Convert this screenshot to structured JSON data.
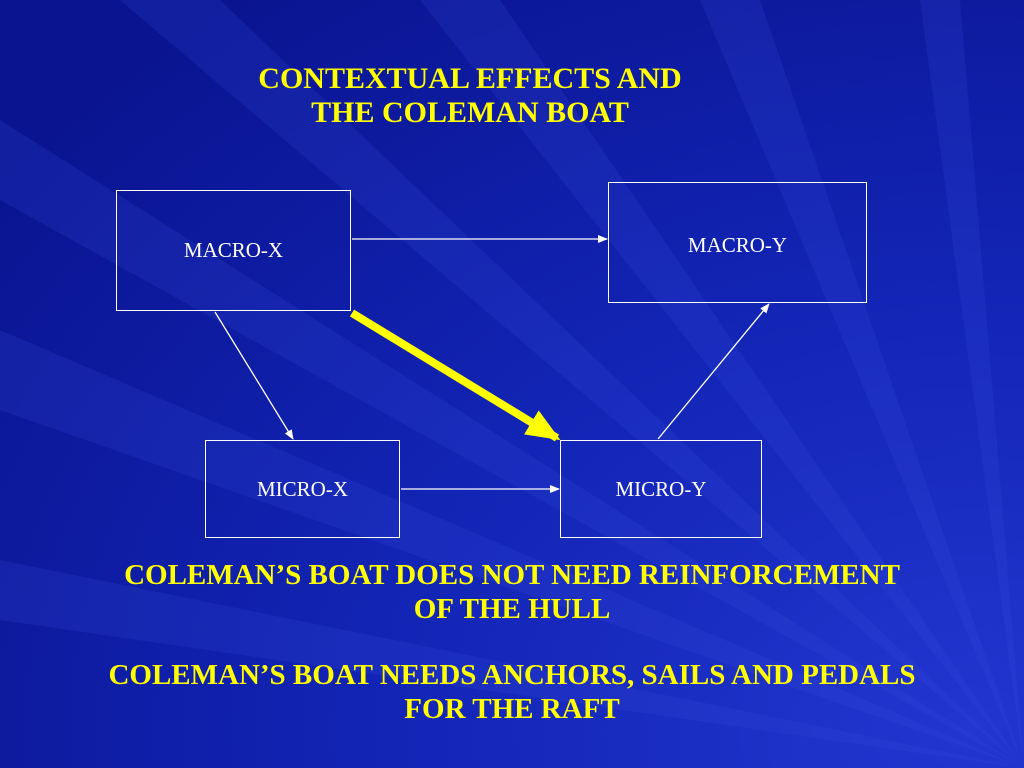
{
  "title": {
    "line1": "CONTEXTUAL EFFECTS AND",
    "line2": "THE COLEMAN BOAT"
  },
  "boxes": {
    "macro_x": "MACRO-X",
    "macro_y": "MACRO-Y",
    "micro_x": "MICRO-X",
    "micro_y": "MICRO-Y"
  },
  "statements": [
    {
      "line1": "COLEMAN’S BOAT DOES NOT NEED REINFORCEMENT",
      "line2": "OF THE HULL"
    },
    {
      "line1": "COLEMAN’S BOAT NEEDS ANCHORS, SAILS AND PEDALS",
      "line2": "FOR THE RAFT"
    }
  ],
  "colors": {
    "background": "#0e1aa8",
    "text_accent": "#ffff00",
    "lines": "#ffffff",
    "highlight_arrow": "#ffff00"
  }
}
